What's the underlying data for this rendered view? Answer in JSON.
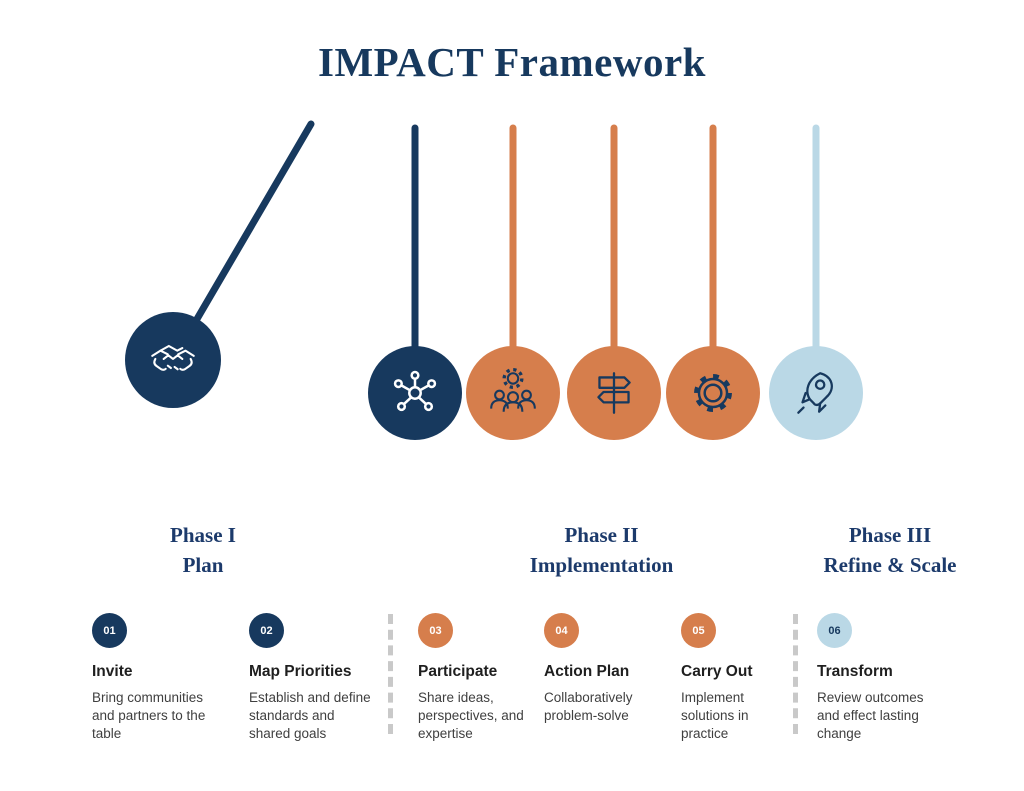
{
  "title": "IMPACT Framework",
  "colors": {
    "navy": "#17395E",
    "orange": "#D67E4C",
    "light_blue": "#BAD8E6",
    "phase_text": "#1C3A6B",
    "divider": "#C9C9C9"
  },
  "pendulum": {
    "balls": [
      {
        "icon": "handshake-icon",
        "color": "navy",
        "position": "swung-left"
      },
      {
        "icon": "network-icon",
        "color": "navy",
        "position": "hanging"
      },
      {
        "icon": "team-gear-icon",
        "color": "orange",
        "position": "hanging"
      },
      {
        "icon": "signpost-icon",
        "color": "orange",
        "position": "hanging"
      },
      {
        "icon": "gear-icon",
        "color": "orange",
        "position": "hanging"
      },
      {
        "icon": "rocket-icon",
        "color": "light_blue",
        "position": "hanging"
      }
    ]
  },
  "phases": [
    {
      "line1": "Phase I",
      "line2": "Plan"
    },
    {
      "line1": "Phase II",
      "line2": "Implementation"
    },
    {
      "line1": "Phase III",
      "line2": "Refine & Scale"
    }
  ],
  "steps": [
    {
      "number": "01",
      "color": "navy",
      "title": "Invite",
      "description": "Bring communities and partners to the table"
    },
    {
      "number": "02",
      "color": "navy",
      "title": "Map Priorities",
      "description": "Establish and define standards and shared goals"
    },
    {
      "number": "03",
      "color": "orange",
      "title": "Participate",
      "description": "Share ideas, perspectives, and expertise"
    },
    {
      "number": "04",
      "color": "orange",
      "title": "Action Plan",
      "description": "Collaboratively problem-solve"
    },
    {
      "number": "05",
      "color": "orange",
      "title": "Carry Out",
      "description": "Implement solutions in practice"
    },
    {
      "number": "06",
      "color": "light_blue",
      "title": "Transform",
      "description": "Review outcomes and effect lasting change"
    }
  ]
}
